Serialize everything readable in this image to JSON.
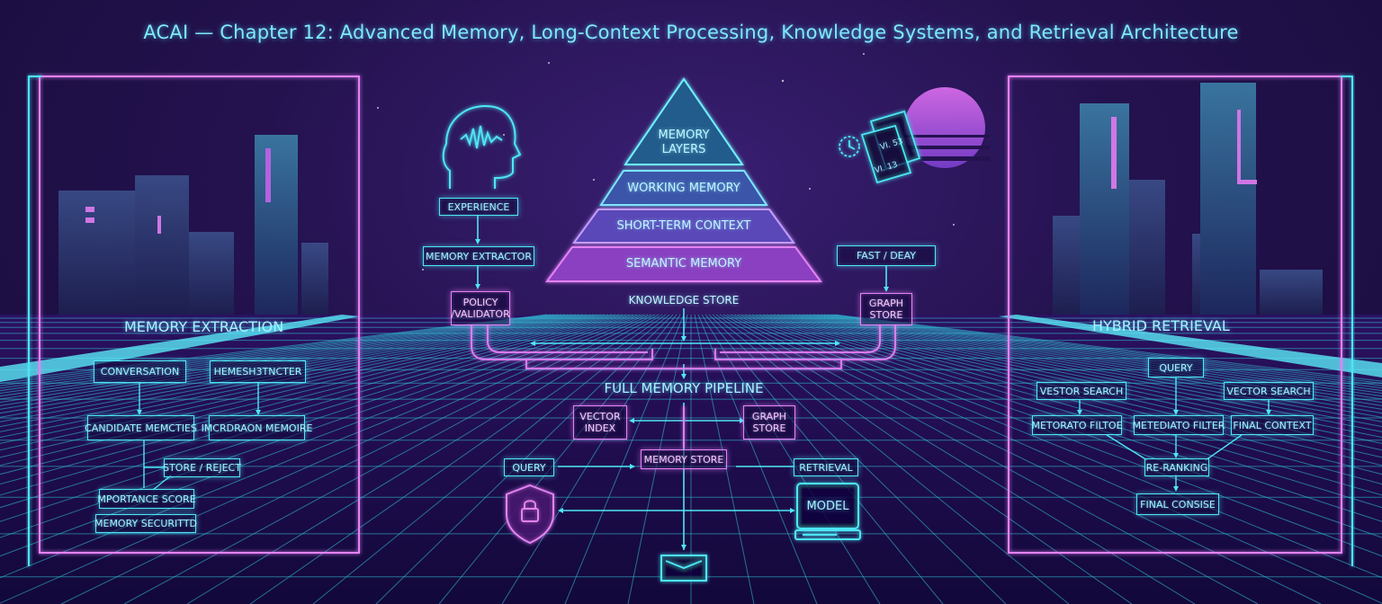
{
  "title": "ACAI — Chapter 12: Advanced Memory, Long-Context Processing, Knowledge Systems, and Retrieval Architecture",
  "colors": {
    "cyan": "#4ee6f5",
    "pink": "#e482f5",
    "bg": "#24124f"
  },
  "left_panel": {
    "heading": "MEMORY EXTRACTION",
    "nodes": {
      "conversation": "CONVERSATION",
      "heuristic": "HEMESH3TNCTER",
      "candidate": "CANDIDATE MEMCTIES",
      "migration": "ІMCRDRAON MEMOIRE",
      "store_reject": "STORE / REJECT",
      "importance": "MPORTANCE SCORE",
      "security": "MEMORY SECURITTD"
    }
  },
  "center": {
    "pyramid": {
      "top": "MEMORY LAYERS",
      "tiers": [
        "WORKING MEMORY",
        "SHORT-TERM CONTEXT",
        "SEMANTIC MEMORY"
      ]
    },
    "knowledge_store": "KNOWLEDGE STORE",
    "experience": "EXPERIENCE",
    "memory_extractor": "MEMORY EXTRACTOR",
    "policy_validator": "POLICY /VALIDATOR",
    "fast_decay": "FAST / DEAY",
    "graph_store_top": "GRAPH STORE",
    "doc_labels": [
      "VI. 53",
      "VI. 13"
    ],
    "pipeline_heading": "FULL MEMORY PIPELINE",
    "vector_index": "VECTOR INDEX",
    "graph_store": "GRAPH STORE",
    "memory_store": "MEMORY STORE",
    "query": "QUERY",
    "retrieval": "RETRIEVAL",
    "model": "MODEL"
  },
  "right_panel": {
    "heading": "HYBRID RETRIEVAL",
    "nodes": {
      "query": "QUERY",
      "vector_search_left": "VESTOR SEARCH",
      "vector_search_right": "VECTOR SEARCH",
      "metadata_left": "METORATO FILTOE",
      "metadata_center": "METEDIATO FILTER",
      "final_context_right": "FINAL CONTEXT",
      "reranking": "RE-RANKING",
      "final_bottom": "FINAL CONSISE"
    }
  }
}
